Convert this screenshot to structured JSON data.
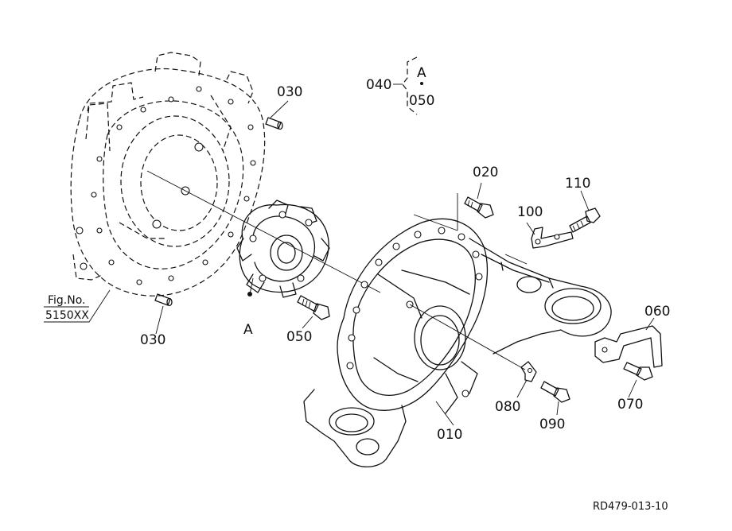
{
  "labels": {
    "p010": "010",
    "p020": "020",
    "p030_top": "030",
    "p030_bottom": "030",
    "p040": "040",
    "p050_group": "050",
    "p050": "050",
    "p060": "060",
    "p070": "070",
    "p080": "080",
    "p090": "090",
    "p100": "100",
    "p110": "110",
    "group_a": "A",
    "point_a": "A"
  },
  "figref": {
    "line1": "Fig.No.",
    "line2": "5150XX"
  },
  "drawing_code": "RD479-013-10"
}
